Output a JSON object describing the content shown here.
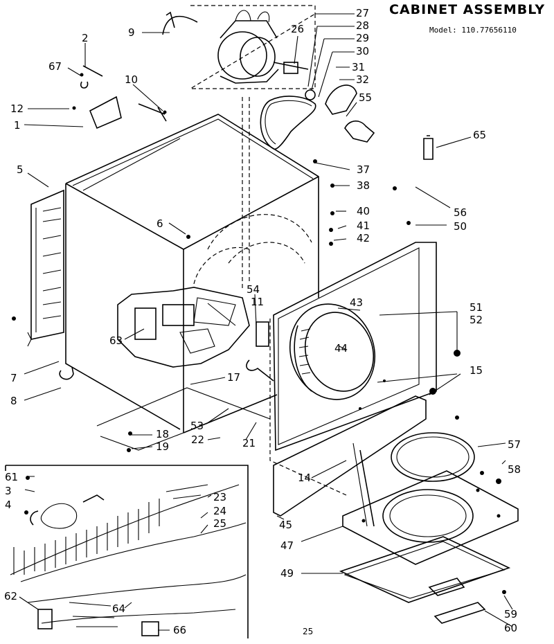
{
  "header": {
    "title": "CABINET ASSEMBLY",
    "model": "Model: 110.77656110"
  },
  "page_number": "25",
  "callouts": [
    "2",
    "67",
    "9",
    "26",
    "27",
    "28",
    "29",
    "30",
    "31",
    "32",
    "55",
    "10",
    "12",
    "1",
    "65",
    "5",
    "37",
    "38",
    "56",
    "40",
    "41",
    "42",
    "50",
    "6",
    "43",
    "44",
    "51",
    "52",
    "63",
    "54",
    "11",
    "15",
    "17",
    "7",
    "8",
    "18",
    "19",
    "53",
    "22",
    "21",
    "14",
    "57",
    "58",
    "61",
    "3",
    "4",
    "23",
    "24",
    "25",
    "45",
    "47",
    "49",
    "62",
    "64",
    "66",
    "59",
    "60"
  ]
}
